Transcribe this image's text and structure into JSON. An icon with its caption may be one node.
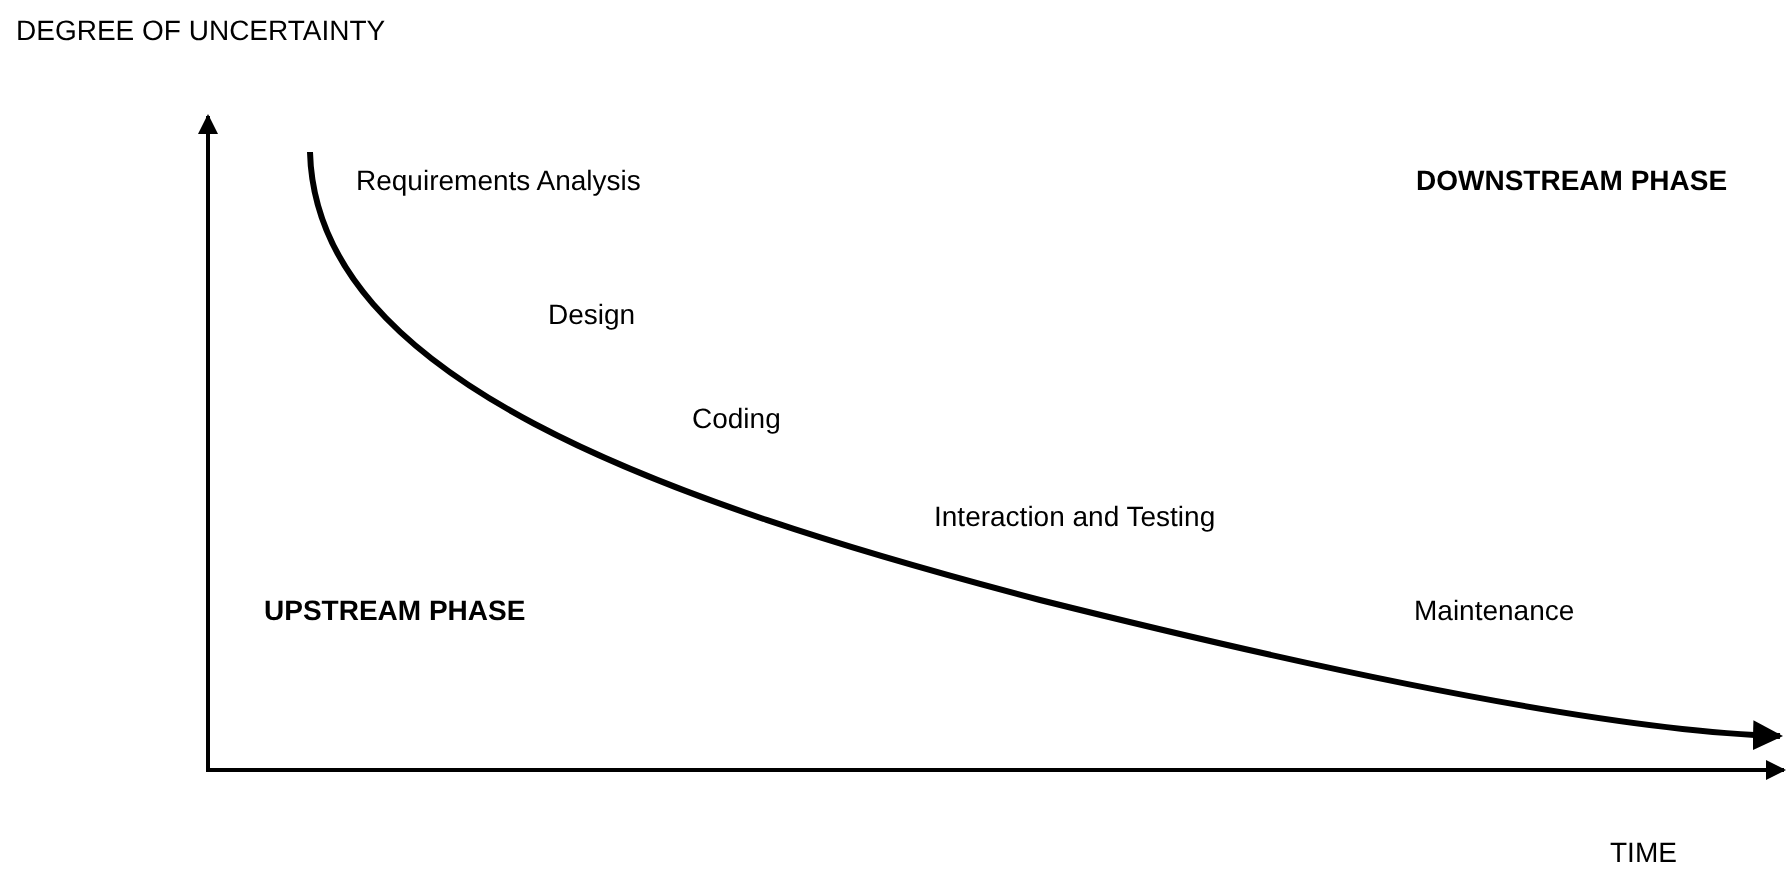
{
  "diagram": {
    "labels": [
      "DEGREE OF UNCERTAINTY",
      "Requirements Analysis",
      "DOWNSTREAM PHASE",
      "Design",
      "Coding",
      "Interaction and Testing",
      "UPSTREAM PHASE",
      "Maintenance",
      "TIME"
    ]
  }
}
